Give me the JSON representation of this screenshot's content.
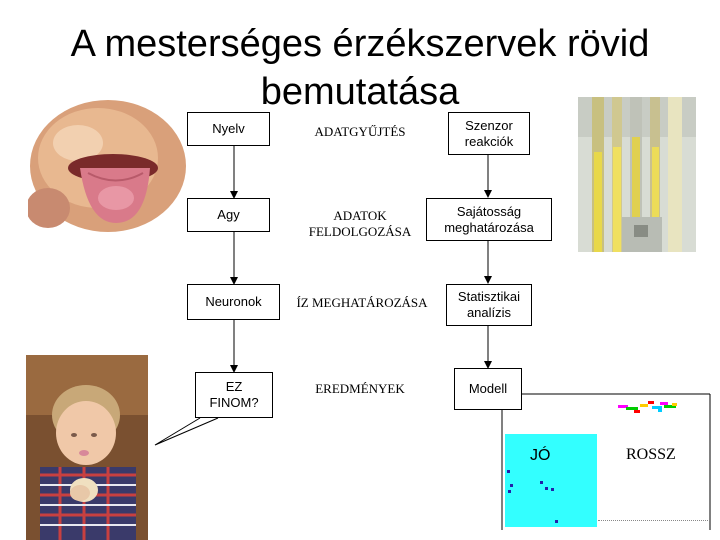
{
  "title_line1": "A mesterséges érzékszervek rövid",
  "title_line2": "bemutatása",
  "left_column": [
    "Nyelv",
    "Agy",
    "Neuronok",
    "EZ FINOM?"
  ],
  "middle_column": [
    "ADATGYŰJTÉS",
    "ADATOK FELDOLGOZÁSA",
    "ÍZ MEGHATÁROZÁSA",
    "EREDMÉNYEK"
  ],
  "right_column": [
    "Szenzor reakciók",
    "Sajátosság meghatározása",
    "Statisztikai analízis",
    "Modell"
  ],
  "plot": {
    "good_label": "JÓ",
    "bad_label": "ROSSZ",
    "good_color": "#33ffff",
    "bad_colors": [
      "#ff00ff",
      "#00cc00",
      "#ffcc00",
      "#ff0000",
      "#00ccff"
    ]
  },
  "images": [
    "tongue-photo",
    "sensor-photo",
    "child-photo"
  ]
}
